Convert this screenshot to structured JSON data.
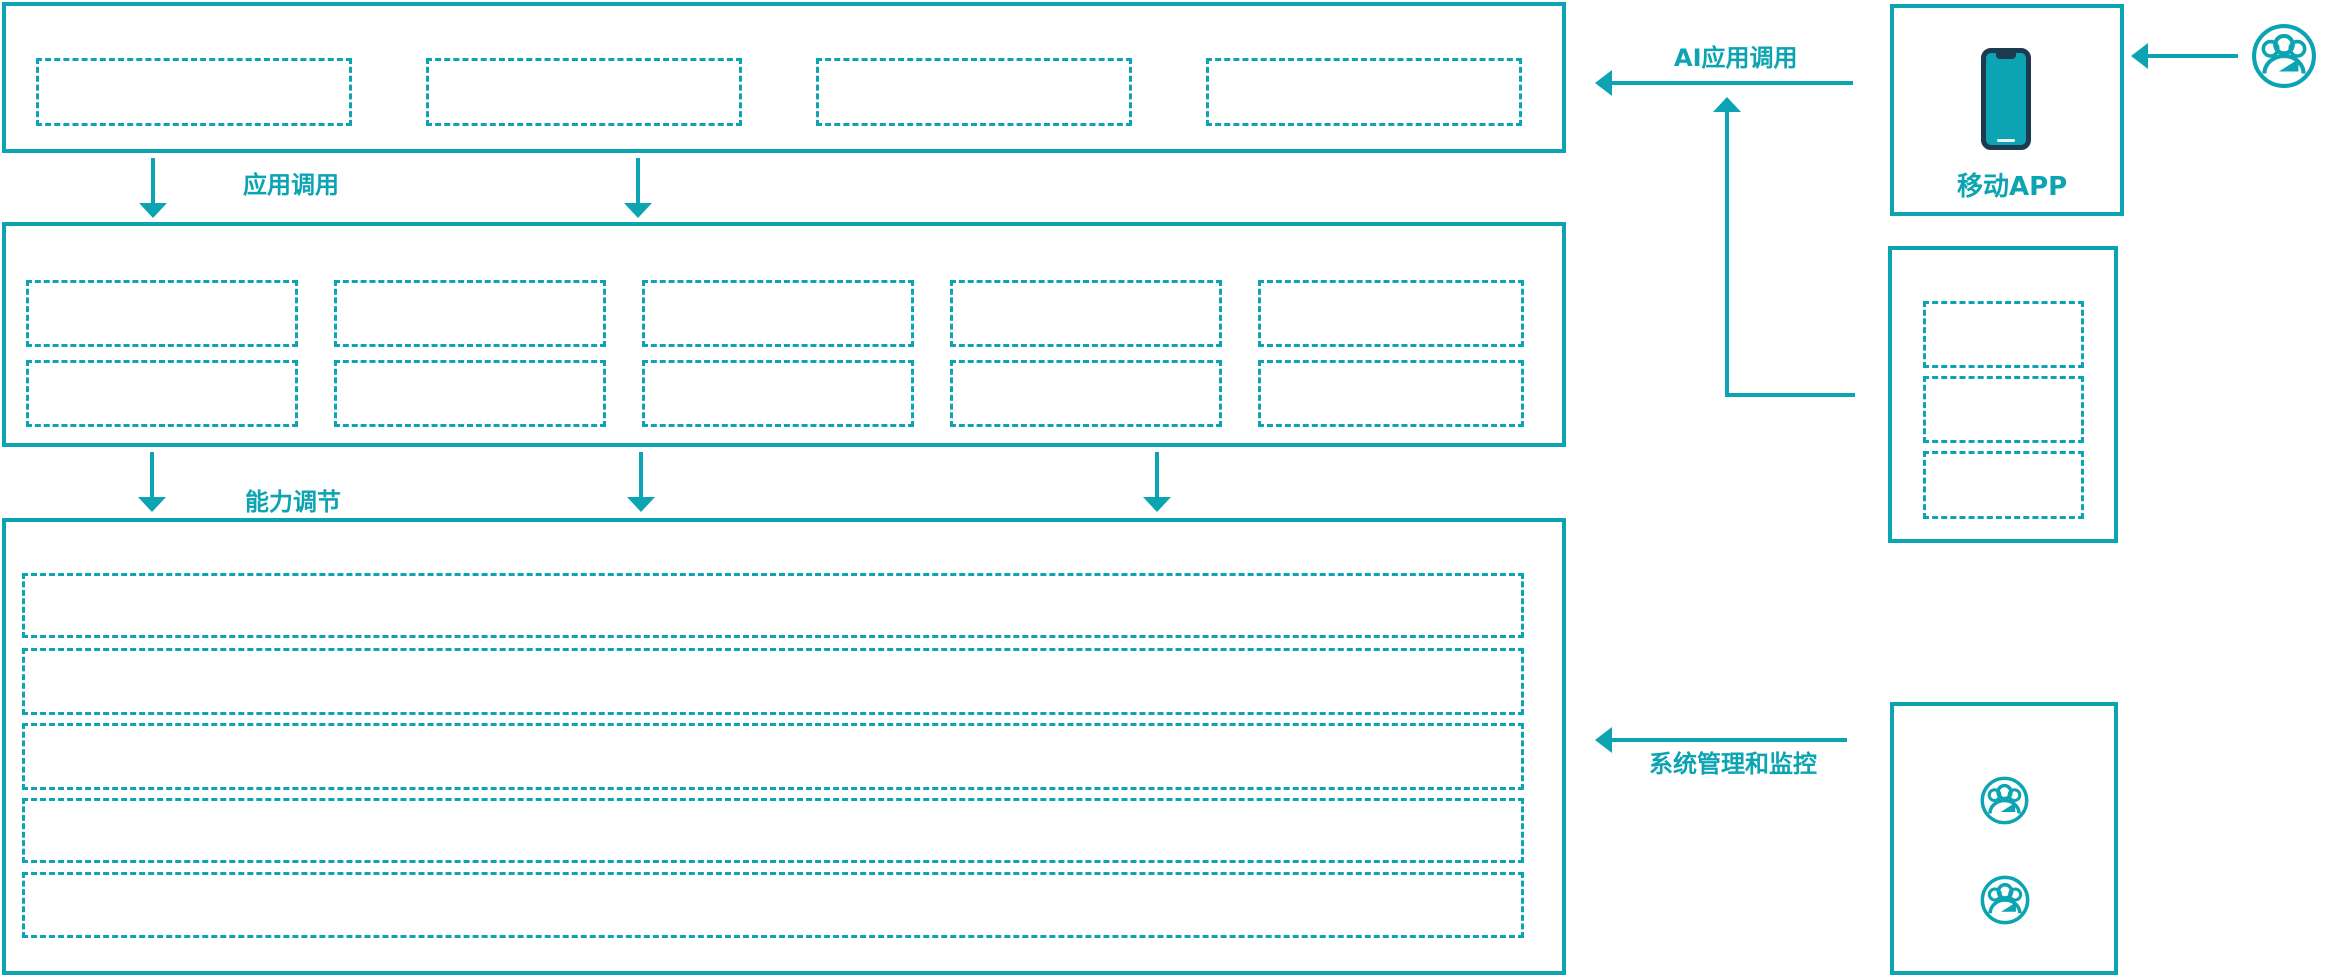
{
  "colors": {
    "teal": "#0ca4b2",
    "navy": "#1d3b50",
    "background": "#ffffff"
  },
  "labels": {
    "app_call": "应用调用",
    "capability_tune": "能力调节",
    "ai_app_call": "AI应用调用",
    "system_management": "系统管理和监控",
    "mobile_app": "移动APP"
  },
  "left_stack": {
    "application_layer": {
      "placeholder_count": 4
    },
    "capability_layer": {
      "rows": 2,
      "cols": 5
    },
    "resource_layer": {
      "row_count": 5
    }
  },
  "right_column": {
    "mobile_app_box": {
      "label": "移动APP",
      "icon": "smartphone-icon"
    },
    "service_box": {
      "placeholder_count": 3
    },
    "admin_box": {
      "icons": [
        "user-group-icon",
        "user-group-icon"
      ]
    }
  },
  "external_user": {
    "icon": "user-group-icon"
  }
}
